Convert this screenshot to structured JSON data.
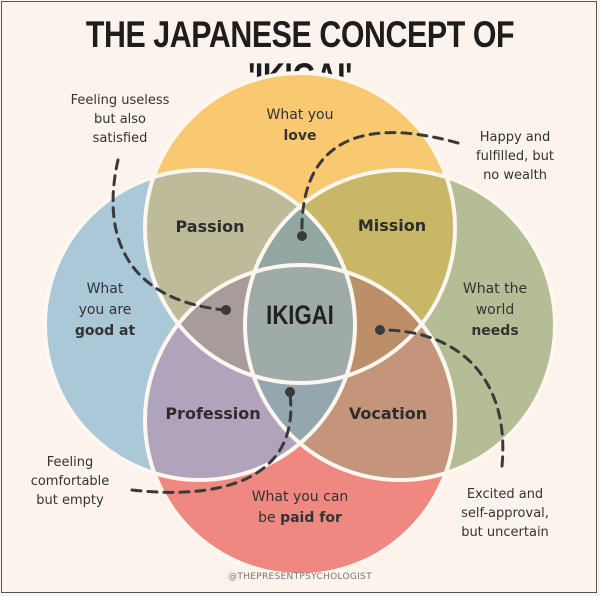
{
  "title": "THE JAPANESE CONCEPT OF 'IKIGAI'",
  "circles": {
    "love": {
      "line1": "What you",
      "line2": "love",
      "color": "#f9c972"
    },
    "good_at": {
      "line1": "What",
      "line2": "you are",
      "line3": "good at",
      "color": "#aac8d8"
    },
    "needs": {
      "line1": "What the",
      "line2": "world",
      "line3": "needs",
      "color": "#b4bd96"
    },
    "paid": {
      "line1": "What you can",
      "line2": "be",
      "line3": "paid for",
      "color": "#f08882"
    }
  },
  "regions": {
    "passion": "Passion",
    "mission": "Mission",
    "profession": "Profession",
    "vocation": "Vocation",
    "center": "IKIGAI"
  },
  "notes": {
    "top_left": [
      "Feeling useless",
      "but also",
      "satisfied"
    ],
    "top_right": [
      "Happy and",
      "fulfilled, but",
      "no wealth"
    ],
    "bottom_left": [
      "Feeling",
      "comfortable",
      "but empty"
    ],
    "bottom_right": [
      "Excited and",
      "self-approval,",
      "but uncertain"
    ]
  },
  "credit": "@THEPRESENTPSYCHOLOGIST"
}
